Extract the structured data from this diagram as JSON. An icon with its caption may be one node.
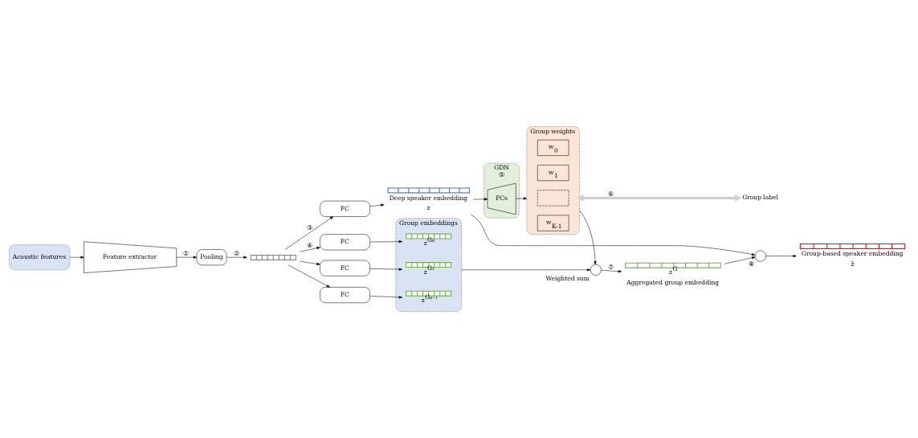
{
  "diagram": {
    "nodes": [
      {
        "text": [
          "Acoustic features"
        ]
      },
      {
        "text": [
          "Feature extractor"
        ]
      },
      {
        "text": [
          "Pooling"
        ]
      },
      {
        "text": [],
        "shape": "bar"
      },
      {
        "text": [
          "FC"
        ]
      },
      {
        "text": [],
        "shape": "bar",
        "beside": [
          "Deep speaker embedding",
          "z"
        ]
      },
      {
        "text": [
          "GDN"
        ],
        "beside": [
          "⑤"
        ]
      },
      {
        "text": [
          "FCs"
        ],
        "in": 6
      },
      {
        "text": [
          "Group weights"
        ]
      },
      {
        "text": [
          "w$_{0}$"
        ],
        "in": 8
      },
      {
        "text": [
          "w$_{1}$"
        ],
        "in": 8
      },
      {
        "text": [],
        "shape": "box",
        "in": 8
      },
      {
        "text": [
          "w$_{K-1}$"
        ],
        "in": 8
      },
      {
        "text": [
          "Group embeddings"
        ]
      },
      {
        "text": [
          "FC"
        ]
      },
      {
        "text": [
          "FC"
        ]
      },
      {
        "text": [
          "FC"
        ]
      },
      {
        "text": [],
        "shape": "bar",
        "in": 13,
        "beside": [
          "z$^{G₀}$"
        ]
      },
      {
        "text": [],
        "shape": "bar",
        "in": 13,
        "beside": [
          "z$^{G₁}$"
        ]
      },
      {
        "text": [],
        "shape": "bar",
        "in": 13,
        "beside": [
          "z$^{Gₖ₋₁}$"
        ]
      },
      {
        "text": [],
        "shape": "circle",
        "beside": [
          "Weighted sum"
        ]
      },
      {
        "text": [],
        "shape": "bar",
        "beside": [
          "z$^{G}$",
          "Aggregated group embedding"
        ]
      },
      {
        "text": [],
        "shape": "circle",
        "beside": [
          "⑧"
        ]
      },
      {
        "text": [],
        "shape": "bar",
        "beside": [
          "Group-based speaker embedding",
          "z̄"
        ]
      },
      {
        "text": [
          "Group label"
        ]
      }
    ],
    "edges": [
      {
        "from": 0,
        "to": 1,
        "arrow": "to"
      },
      {
        "from": 1,
        "to": 2,
        "arrow": "to",
        "label": "①"
      },
      {
        "from": 2,
        "to": 3,
        "arrow": "to",
        "label": "②"
      },
      {
        "from": 3,
        "to": 4,
        "arrow": "to",
        "label": "③"
      },
      {
        "from": 3,
        "to": 14,
        "arrow": "to",
        "label": "④"
      },
      {
        "from": 3,
        "to": 15,
        "arrow": "to"
      },
      {
        "from": 3,
        "to": 16,
        "arrow": "to"
      },
      {
        "from": 4,
        "to": 5,
        "arrow": "to"
      },
      {
        "from": 5,
        "to": 7,
        "arrow": "to"
      },
      {
        "from": 5,
        "to": 22,
        "arrow": "to"
      },
      {
        "from": 7,
        "to": 8,
        "arrow": "to"
      },
      {
        "from": 14,
        "to": 17,
        "arrow": "to"
      },
      {
        "from": 15,
        "to": 18,
        "arrow": "to"
      },
      {
        "from": 16,
        "to": 19,
        "arrow": "to"
      },
      {
        "from": 13,
        "to": 20,
        "arrow": "to"
      },
      {
        "from": 8,
        "to": 20,
        "arrow": "to"
      },
      {
        "from": 20,
        "to": 21,
        "arrow": "to",
        "label": "⑦"
      },
      {
        "from": 21,
        "to": 22,
        "arrow": "to"
      },
      {
        "from": 22,
        "to": 23,
        "arrow": "to"
      },
      {
        "from": 8,
        "to": 24,
        "arrow": "both",
        "label": "⑥",
        "style": "thick",
        "color": "#d0d0d0"
      }
    ]
  }
}
